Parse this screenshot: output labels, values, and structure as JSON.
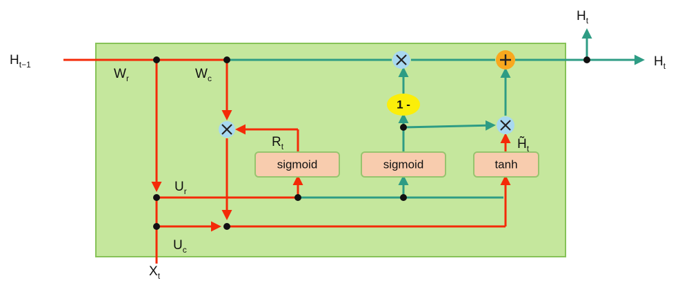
{
  "colors": {
    "panel_fill": "#c5e79d",
    "panel_border": "#86c257",
    "red_path": "#f42a08",
    "teal_path": "#2e9c84",
    "gate_fill": "#f8ccae",
    "gate_border": "#97c46e",
    "multiply_node_fill": "#a8d8f0",
    "add_node_fill": "#f8a81e",
    "one_minus_fill": "#fbee0a",
    "junction": "#111111"
  },
  "labels": {
    "h_prev": {
      "main": "H",
      "sub": "t−1"
    },
    "h_out_top": {
      "main": "H",
      "sub": "t"
    },
    "h_out_right": {
      "main": "H",
      "sub": "t"
    },
    "x_in": {
      "main": "X",
      "sub": "t"
    },
    "w_r": {
      "main": "W",
      "sub": "r"
    },
    "w_c": {
      "main": "W",
      "sub": "c"
    },
    "u_r": {
      "main": "U",
      "sub": "r"
    },
    "u_c": {
      "main": "U",
      "sub": "c"
    },
    "r_t": {
      "main": "R",
      "sub": "t"
    },
    "h_tilde": {
      "main": "H̃",
      "sub": "t"
    }
  },
  "gates": {
    "reset_sigmoid": "sigmoid",
    "update_sigmoid": "sigmoid",
    "candidate_tanh": "tanh"
  },
  "operators": {
    "multiply_icon": "multiply-icon",
    "add_icon": "plus-icon",
    "one_minus": "1 -"
  }
}
